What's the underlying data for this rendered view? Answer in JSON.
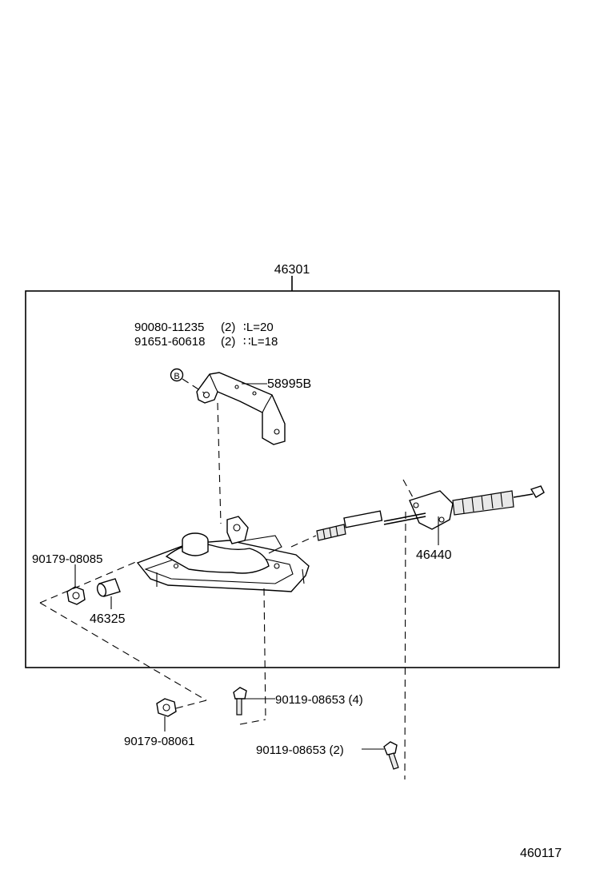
{
  "assembly": {
    "number": "46301"
  },
  "fastener_notes": [
    {
      "part": "90080-11235",
      "qty": "(2)",
      "spec": "∶L=20"
    },
    {
      "part": "91651-60618",
      "qty": "(2)",
      "spec": "∷L=18"
    }
  ],
  "callout_symbol": "B",
  "parts": {
    "bracket": "58995B",
    "cable": "46440",
    "nut_upper": "90179-08085",
    "collar": "46325",
    "nut_lower": "90179-08061",
    "bolt_a": "90119-08653 (4)",
    "bolt_b": "90119-08653 (2)"
  },
  "figure_id": "460117"
}
